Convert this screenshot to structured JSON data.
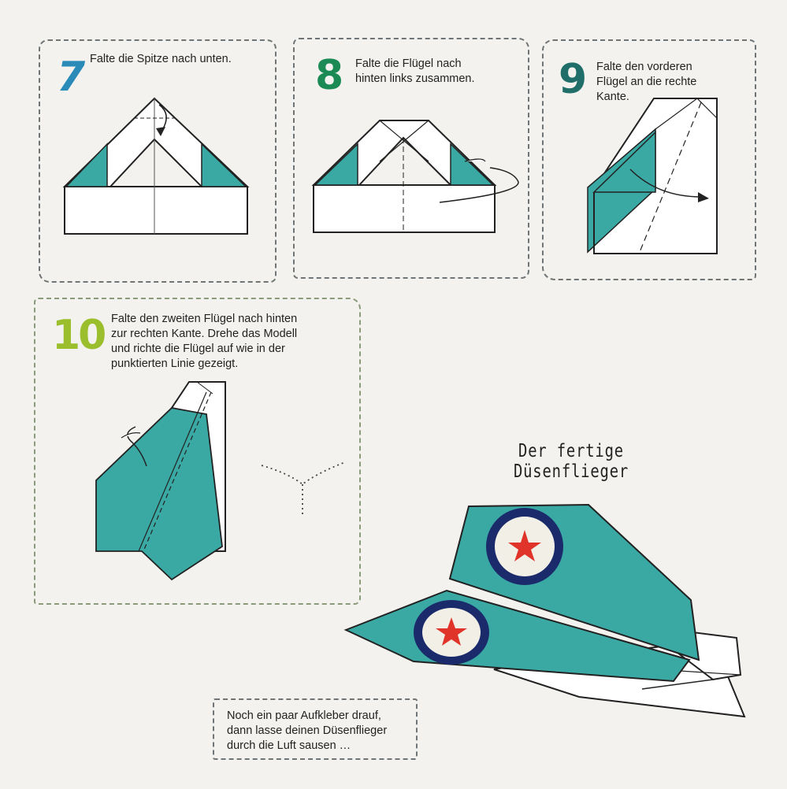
{
  "steps": [
    {
      "number": "7",
      "text": "Falte die Spitze nach unten.",
      "color": "#2a8ab8"
    },
    {
      "number": "8",
      "text": "Falte die Flügel nach\nhinten links zusammen.",
      "color": "#1c8a55"
    },
    {
      "number": "9",
      "text": "Falte den vorderen\nFlügel an die rechte\nKante.",
      "color": "#1f6e6a"
    },
    {
      "number": "10",
      "text": "Falte den zweiten Flügel nach hinten\nzur rechten Kante. Drehe das Modell\nund richte die Flügel auf wie in der\npunktierten Linie gezeigt.",
      "color": "#9bbf2c"
    }
  ],
  "finished_title": "Der fertige Düsenflieger",
  "note": "Noch ein paar Aufkleber drauf,\ndann lasse deinen Düsenflieger\ndurch die Luft sausen …",
  "colors": {
    "paper_teal": "#3aa9a4",
    "roundel_blue": "#1b2a6b",
    "roundel_red": "#e0342a",
    "roundel_white": "#f1efe6"
  }
}
